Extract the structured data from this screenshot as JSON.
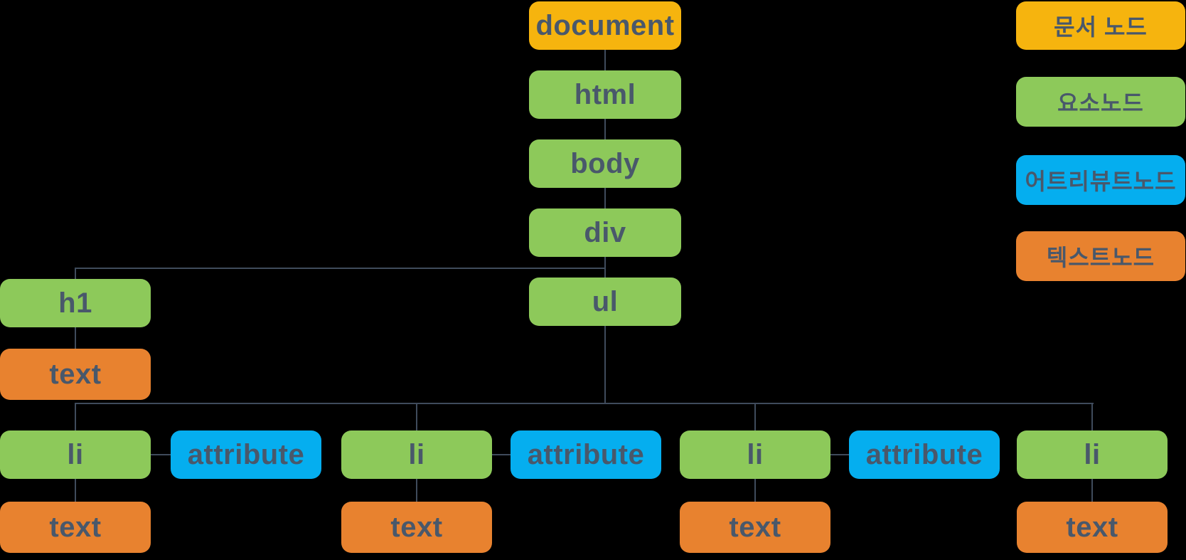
{
  "diagram_title": "DOM tree node diagram",
  "colors": {
    "background": "#000000",
    "document_node": "#F6B40E",
    "element_node": "#8DC95A",
    "attribute_node": "#05AEEF",
    "text_node": "#E8822F",
    "label_text": "#49586B",
    "connector": "#3F4B5C"
  },
  "tree": {
    "chain": [
      {
        "label": "document",
        "type": "document-node"
      },
      {
        "label": "html",
        "type": "element-node"
      },
      {
        "label": "body",
        "type": "element-node"
      },
      {
        "label": "div",
        "type": "element-node"
      },
      {
        "label": "ul",
        "type": "element-node"
      }
    ],
    "h1_branch": {
      "h1": {
        "label": "h1",
        "type": "element-node"
      },
      "text": {
        "label": "text",
        "type": "text-node"
      }
    },
    "list_row": [
      {
        "label": "li",
        "type": "element-node"
      },
      {
        "label": "attribute",
        "type": "attribute-node"
      },
      {
        "label": "li",
        "type": "element-node"
      },
      {
        "label": "attribute",
        "type": "attribute-node"
      },
      {
        "label": "li",
        "type": "element-node"
      },
      {
        "label": "attribute",
        "type": "attribute-node"
      },
      {
        "label": "li",
        "type": "element-node"
      }
    ],
    "text_row": [
      {
        "label": "text",
        "type": "text-node"
      },
      {
        "label": "text",
        "type": "text-node"
      },
      {
        "label": "text",
        "type": "text-node"
      },
      {
        "label": "text",
        "type": "text-node"
      }
    ]
  },
  "legend": [
    {
      "label": "문서 노드",
      "type": "document-node"
    },
    {
      "label": "요소노드",
      "type": "element-node"
    },
    {
      "label": "어트리뷰트노드",
      "type": "attribute-node"
    },
    {
      "label": "텍스트노드",
      "type": "text-node"
    }
  ]
}
